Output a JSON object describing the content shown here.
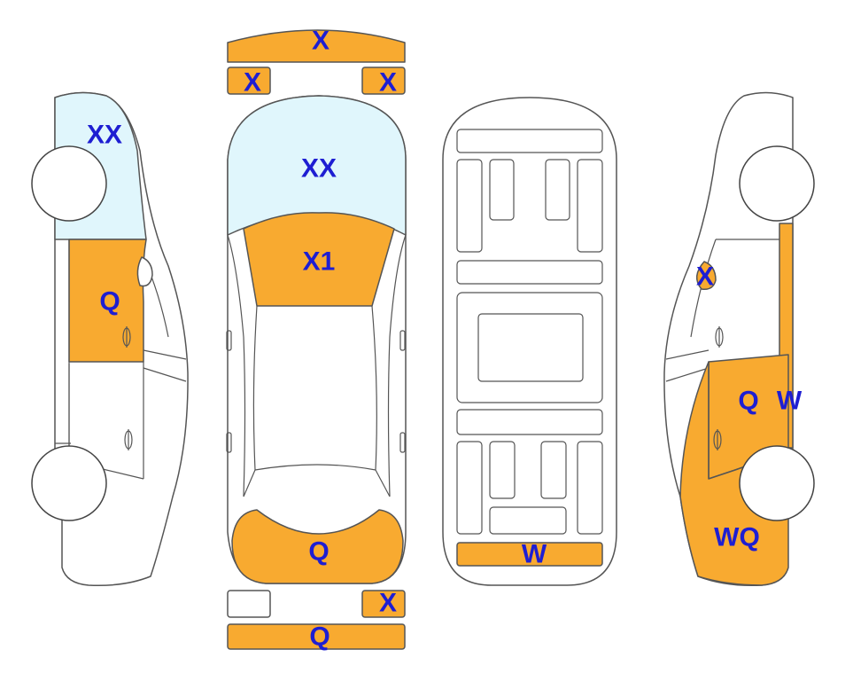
{
  "colors": {
    "damage": "#F8AA30",
    "glass": "#E0F6FC",
    "label": "#1E1ED2",
    "outline": "#555555",
    "background": "#FFFFFF"
  },
  "labels": {
    "front_bumper": "X",
    "front_left_light": "X",
    "front_right_light": "X",
    "left_side_windshield": "XX",
    "left_side_door": "Q",
    "top_windshield": "XX",
    "roof_front": "X1",
    "trunk": "Q",
    "rear_right_light": "X",
    "rear_bumper": "Q",
    "underbody_rear": "W",
    "right_side_mirror": "X",
    "right_side_door": "Q",
    "right_side_pillar": "W",
    "right_side_rear": "WQ"
  }
}
